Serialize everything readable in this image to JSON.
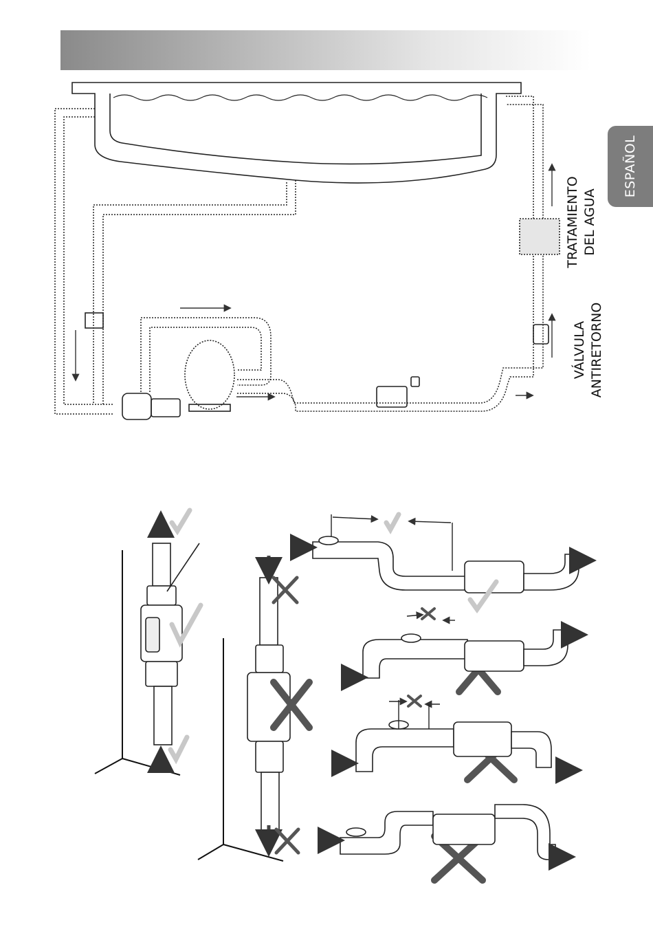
{
  "header": {
    "language_tab": "ESPAÑOL"
  },
  "labels": {
    "water_treatment": [
      "TRATAMIENTO",
      "DEL AGUA"
    ],
    "check_valve": [
      "VÁLVULA",
      "ANTIRETORNO"
    ]
  },
  "colors": {
    "header_dark": "#8a8a8a",
    "tab_gray": "#7d7d7d",
    "check_mark": "#c8c8c8",
    "cross_mark": "#555555"
  }
}
